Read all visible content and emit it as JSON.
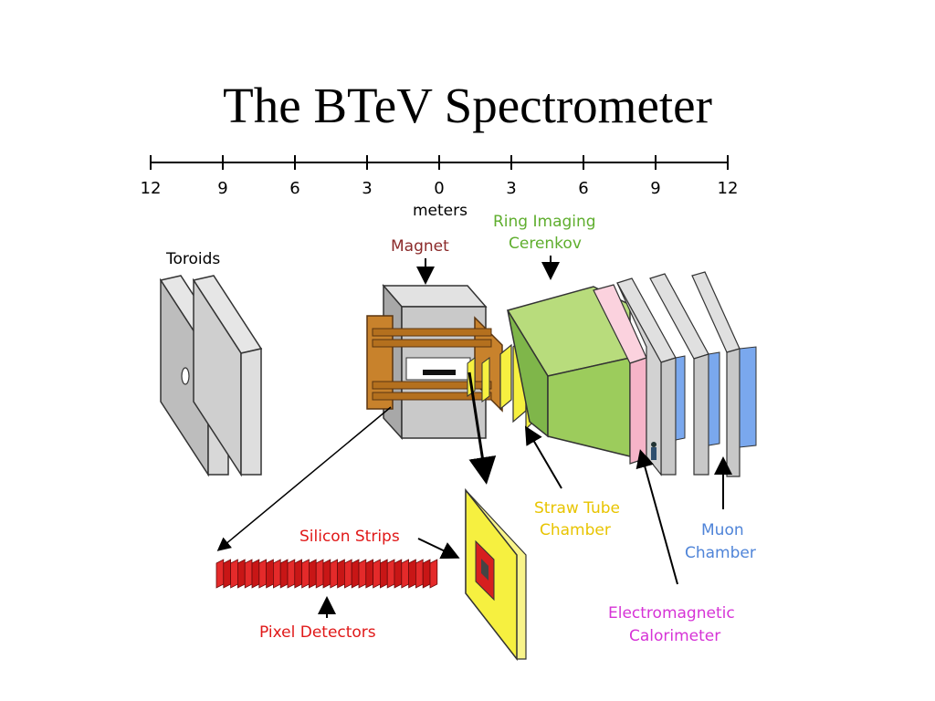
{
  "title": "The BTeV Spectrometer",
  "scale": {
    "ticks": [
      "12",
      "9",
      "6",
      "3",
      "0",
      "3",
      "6",
      "9",
      "12"
    ],
    "unit": "meters"
  },
  "labels": {
    "toroids": "Toroids",
    "magnet": "Magnet",
    "rich_line1": "Ring Imaging",
    "rich_line2": "Cerenkov",
    "straw_line1": "Straw Tube",
    "straw_line2": "Chamber",
    "muon_line1": "Muon",
    "muon_line2": "Chamber",
    "ecal_line1": "Electromagnetic",
    "ecal_line2": "Calorimeter",
    "silicon_strips": "Silicon Strips",
    "pixel_detectors": "Pixel Detectors"
  },
  "colors": {
    "magnet_label": "#8b2a2a",
    "rich_label": "#5fae2e",
    "straw_label": "#e8c400",
    "muon_label": "#4f84d8",
    "ecal_label": "#d633d6",
    "silicon_label": "#e01818",
    "pixel_label": "#e01818",
    "rich_body": "#9ccc5c",
    "magnet_coil": "#c8822c",
    "detector_gray": "#c8c8c8",
    "muon_blue": "#7aa8ee",
    "ecal_pink": "#f6b4c8",
    "pixel_plane": "#f6f040",
    "pixel_core": "#d61f1f"
  }
}
